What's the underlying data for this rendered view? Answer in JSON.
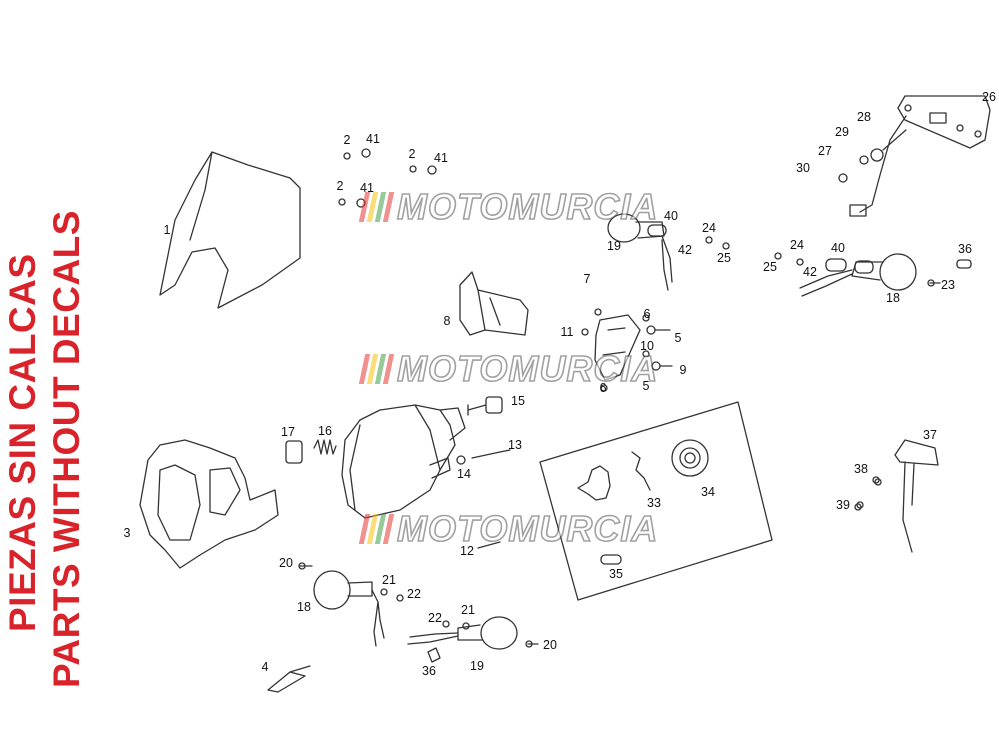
{
  "side_text": {
    "line1": "PIEZAS SIN CALCAS",
    "line2": "PARTS WITHOUT DECALS"
  },
  "watermark": {
    "text": "MOTOMURCIA",
    "bar_colors": [
      "#e53935",
      "#f6c30f",
      "#43a047",
      "#e53935"
    ]
  },
  "colors": {
    "side_text": "#d8232a",
    "line": "#333333"
  },
  "labels": [
    "1",
    "2",
    "2",
    "2",
    "3",
    "4",
    "5",
    "5",
    "6",
    "6",
    "7",
    "8",
    "9",
    "10",
    "11",
    "12",
    "13",
    "14",
    "15",
    "16",
    "17",
    "18",
    "18",
    "19",
    "19",
    "20",
    "20",
    "21",
    "21",
    "22",
    "22",
    "23",
    "24",
    "24",
    "25",
    "25",
    "26",
    "27",
    "28",
    "29",
    "30",
    "33",
    "34",
    "35",
    "36",
    "36",
    "37",
    "38",
    "39",
    "40",
    "40",
    "41",
    "41",
    "41",
    "42",
    "42"
  ]
}
